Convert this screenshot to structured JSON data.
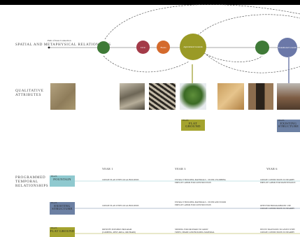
{
  "sections": {
    "spatial": "SPATIAL AND METAPHYSICAL RELATIONSHIPS",
    "qualitative": "QUALITATIVE ATTRIBUTES",
    "programmed": "PROGRAMMED TEMPORAL RELATIONSHIPS"
  },
  "axis_start_label": "Path of Zeus Connection",
  "nodes": [
    {
      "label": "",
      "color": "#3f7a37"
    },
    {
      "label": "Civic",
      "color": "#a33a48"
    },
    {
      "label": "Fiesta",
      "color": "#d46a2c"
    },
    {
      "label": "Agricultural Grounds",
      "color": "#9a9a26"
    },
    {
      "label": "",
      "color": "#3f7a37"
    },
    {
      "label": "Transitional Grounds",
      "color": "#6b78a8"
    }
  ],
  "tags": {
    "flat_ground_top": {
      "sub": "FIG.ES",
      "title": "FLAT GROUND",
      "color": "#a4a32e"
    },
    "existing_top": {
      "sub": "FIG.ES",
      "title": "EXISTING STRUCTURE",
      "color": "#6c80a3"
    }
  },
  "years": [
    "YEAR 1",
    "YEAR 3",
    "YEAR 6"
  ],
  "rows": [
    {
      "sub": "FIG.ES",
      "title": "FOUNTAIN",
      "color": "#8fc9cf",
      "line": "#8fc9cf",
      "notes": [
        [
          "CREATE PLAN WITH LOCAL BUILDERS"
        ],
        [
          "EXTRACT BUILDING MATERIALS - STONE, PLUMBING",
          "EMPLOY LABOR FOR CONSTRUCTION"
        ],
        [
          "CREATE CONNECTIONS TO NEARBY",
          "EMPLOY LABOR FOR MAINTENANCE"
        ]
      ]
    },
    {
      "sub": "FIG.ES",
      "title": "EXISTING STRUCTURE",
      "color": "#6c80a3",
      "line": "#6c80a3",
      "notes": [
        [
          "CREATE PLAN WITH LOCAL BUILDERS"
        ],
        [
          "EXTRACT BUILDING MATERIALS - STONE AND WOOD",
          "EMPLOY LABOR FOR CONSTRUCTION"
        ],
        [
          "OPEN FOR PROGRAMMATIC USE",
          "CREATE CONNECTIONS TO NEARBY"
        ]
      ]
    },
    {
      "sub": "FIG.ES",
      "title": "FLAT GROUND",
      "color": "#a4a32e",
      "line": "#a4a32e",
      "notes": [
        [
          "IDENTIFY POSSIBLE PROGRAM",
          "(CAMPING, REST AREA, ORCHARD)"
        ],
        [
          "SEEDING FOR ORCHARD TO GROW",
          "TREES, SHADE AND BUILDING MATERIAL"
        ],
        [
          "INVITE TRAVELERS TO ASSIST WITH",
          "CREATE CONNECTIONS TO NEARBY"
        ]
      ]
    }
  ]
}
